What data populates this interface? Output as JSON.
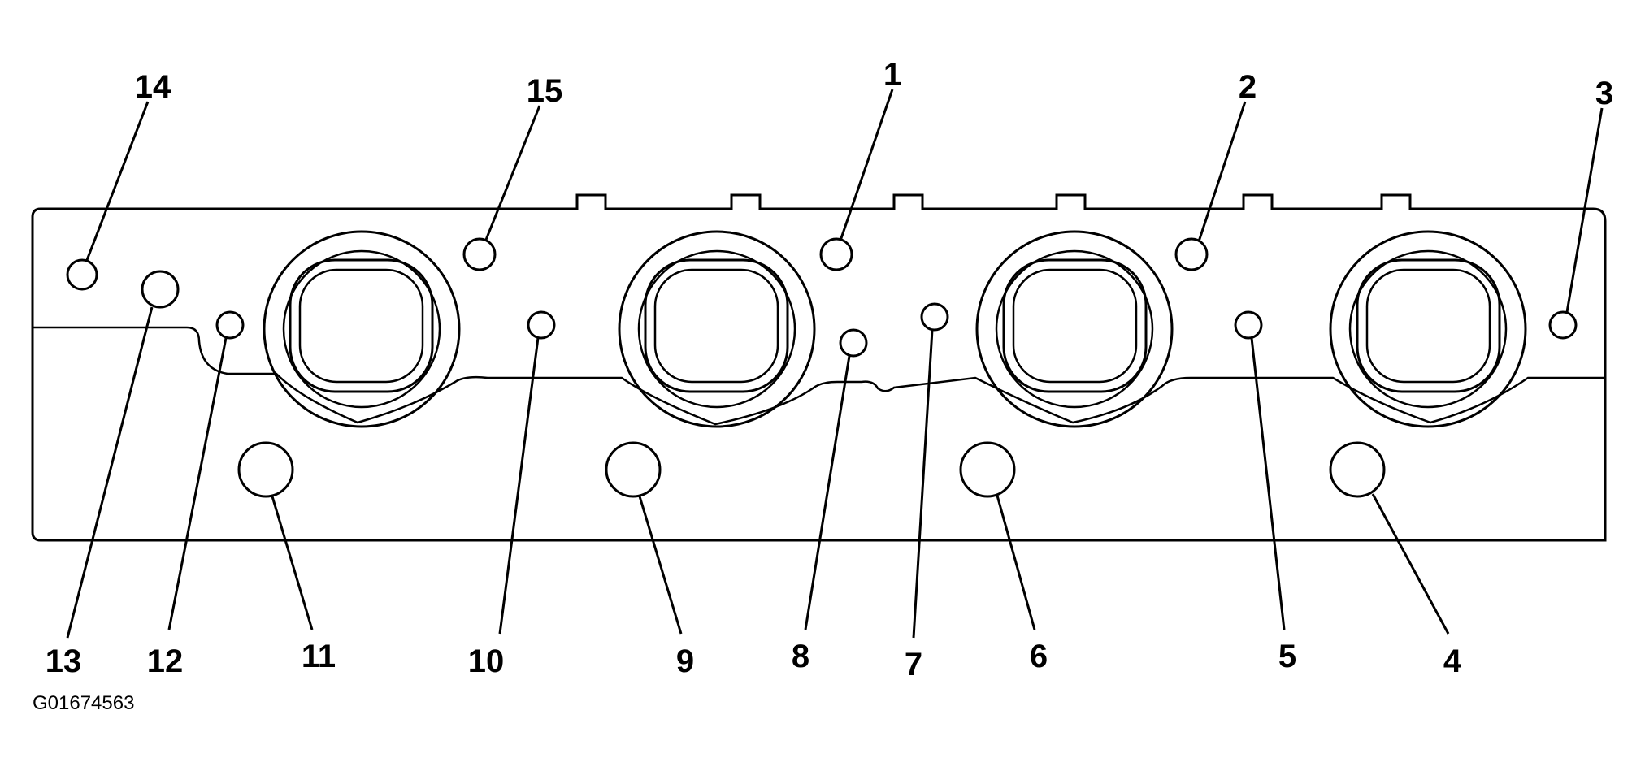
{
  "figure_id": "G01674563",
  "callouts": [
    {
      "id": "1",
      "label": "1"
    },
    {
      "id": "2",
      "label": "2"
    },
    {
      "id": "3",
      "label": "3"
    },
    {
      "id": "4",
      "label": "4"
    },
    {
      "id": "5",
      "label": "5"
    },
    {
      "id": "6",
      "label": "6"
    },
    {
      "id": "7",
      "label": "7"
    },
    {
      "id": "8",
      "label": "8"
    },
    {
      "id": "9",
      "label": "9"
    },
    {
      "id": "10",
      "label": "10"
    },
    {
      "id": "11",
      "label": "11"
    },
    {
      "id": "12",
      "label": "12"
    },
    {
      "id": "13",
      "label": "13"
    },
    {
      "id": "14",
      "label": "14"
    },
    {
      "id": "15",
      "label": "15"
    }
  ]
}
